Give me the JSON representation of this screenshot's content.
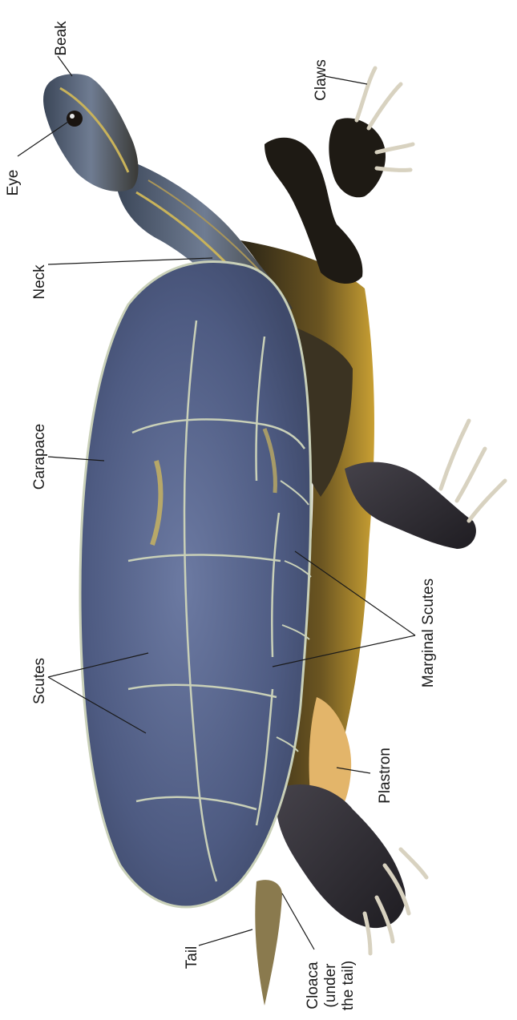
{
  "diagram": {
    "subject": "turtle",
    "labels": {
      "beak": "Beak",
      "eye": "Eye",
      "neck": "Neck",
      "claws": "Claws",
      "carapace": "Carapace",
      "scutes": "Scutes",
      "marginal_scutes": "Marginal Scutes",
      "plastron": "Plastron",
      "tail": "Tail",
      "cloaca_line1": "Cloaca",
      "cloaca_line2": "(under",
      "cloaca_line3": "the tail)"
    },
    "colors": {
      "shell": "#5b6a8f",
      "shell_seams": "#c9d0b8",
      "skin_dark": "#2b2418",
      "skin_yellow": "#c9a033",
      "plastron": "#e3b56a",
      "label_text": "#1a1a1a"
    }
  }
}
